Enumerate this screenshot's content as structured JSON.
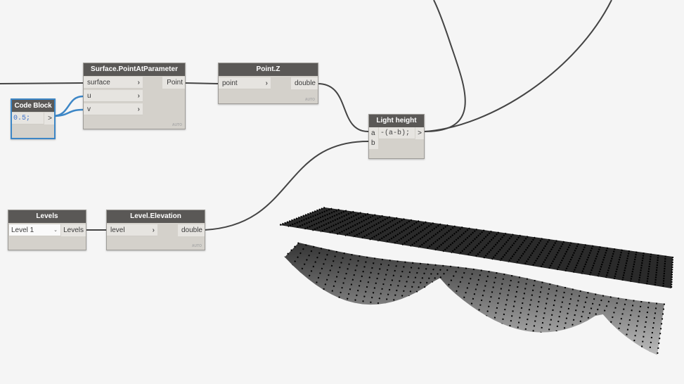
{
  "nodes": {
    "surface_point": {
      "title": "Surface.PointAtParameter",
      "inputs": [
        "surface",
        "u",
        "v"
      ],
      "output": "Point",
      "lacing": "AUTO"
    },
    "point_z": {
      "title": "Point.Z",
      "input": "point",
      "output": "double",
      "lacing": "AUTO"
    },
    "code_block": {
      "title": "Code Block",
      "code": "0.5;",
      "output": ">"
    },
    "light_height": {
      "title": "Light height",
      "inputs": [
        "a",
        "b"
      ],
      "code": "-(a-b);",
      "output": ">"
    },
    "levels": {
      "title": "Levels",
      "selected": "Level 1",
      "output": "Levels"
    },
    "level_elevation": {
      "title": "Level.Elevation",
      "input": "level",
      "output": "double",
      "lacing": "AUTO"
    }
  },
  "colors": {
    "wire": "#444444",
    "selected_wire": "#3c86c6",
    "header": "#5a5856",
    "node_body": "#d4d1cb"
  }
}
